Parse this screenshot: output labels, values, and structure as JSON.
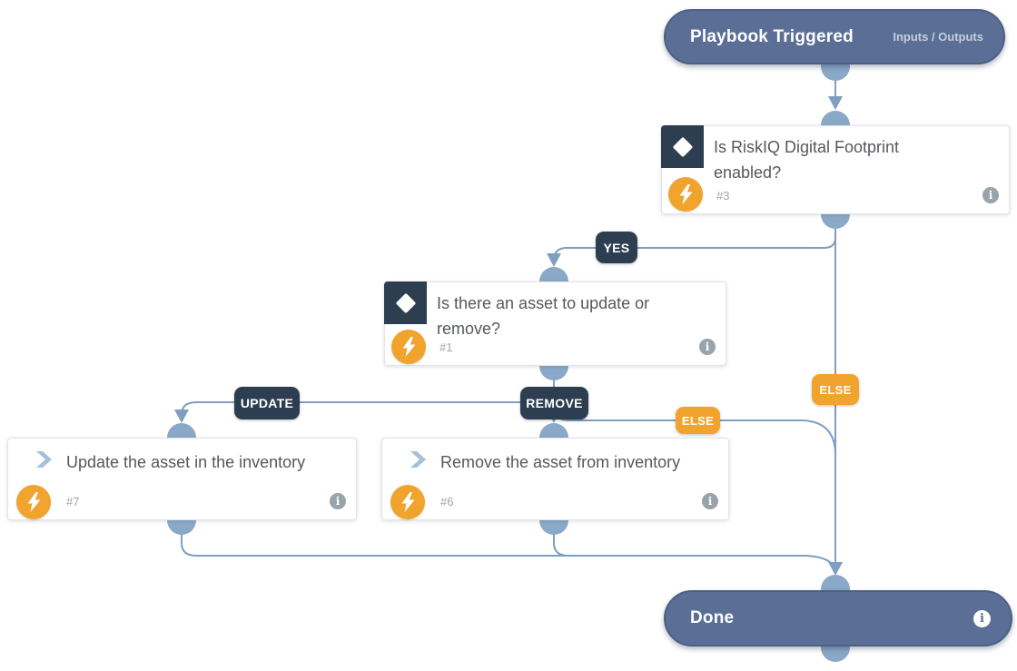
{
  "colors": {
    "pill_fill": "#5b6e95",
    "pill_border": "#4d5f85",
    "connector_line": "#7f9ec0",
    "connector_port": "#8aa9c8",
    "decision_dark": "#2d3e50",
    "accent_orange": "#f0a42e",
    "card_border": "#e2e5e9",
    "title_text": "#54585d",
    "muted_text": "#a0a5aa",
    "info_gray": "#98a3ac"
  },
  "nodes": {
    "start": {
      "title": "Playbook Triggered",
      "right_label": "Inputs / Outputs"
    },
    "decision3": {
      "title": "Is RiskIQ Digital Footprint enabled?",
      "id": "#3"
    },
    "decision1": {
      "title": "Is there an asset to update or remove?",
      "id": "#1"
    },
    "action7": {
      "title": "Update the asset in the inventory",
      "id": "#7"
    },
    "action6": {
      "title": "Remove the asset from inventory",
      "id": "#6"
    },
    "end": {
      "title": "Done"
    }
  },
  "edge_labels": {
    "yes": "YES",
    "update": "UPDATE",
    "remove": "REMOVE",
    "else_inner": "ELSE",
    "else_main": "ELSE"
  },
  "icons": {
    "info": "i"
  }
}
